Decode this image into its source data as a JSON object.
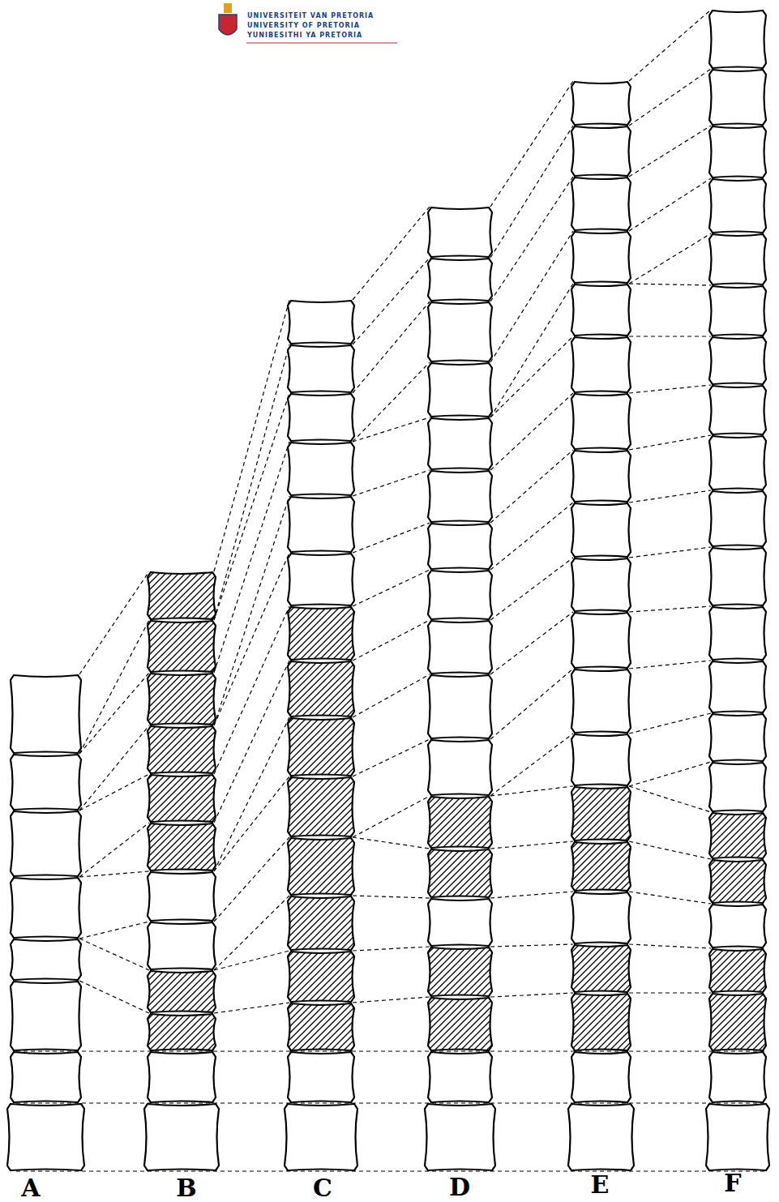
{
  "diagram": {
    "labels": [
      "UNIVERSITEIT VAN PRETORIA",
      "UNIVERSITY OF PRETORIA",
      "YUNIBESITHI YA PRETORIA",
      "A",
      "B",
      "C",
      "D",
      "E",
      "F"
    ]
  }
}
